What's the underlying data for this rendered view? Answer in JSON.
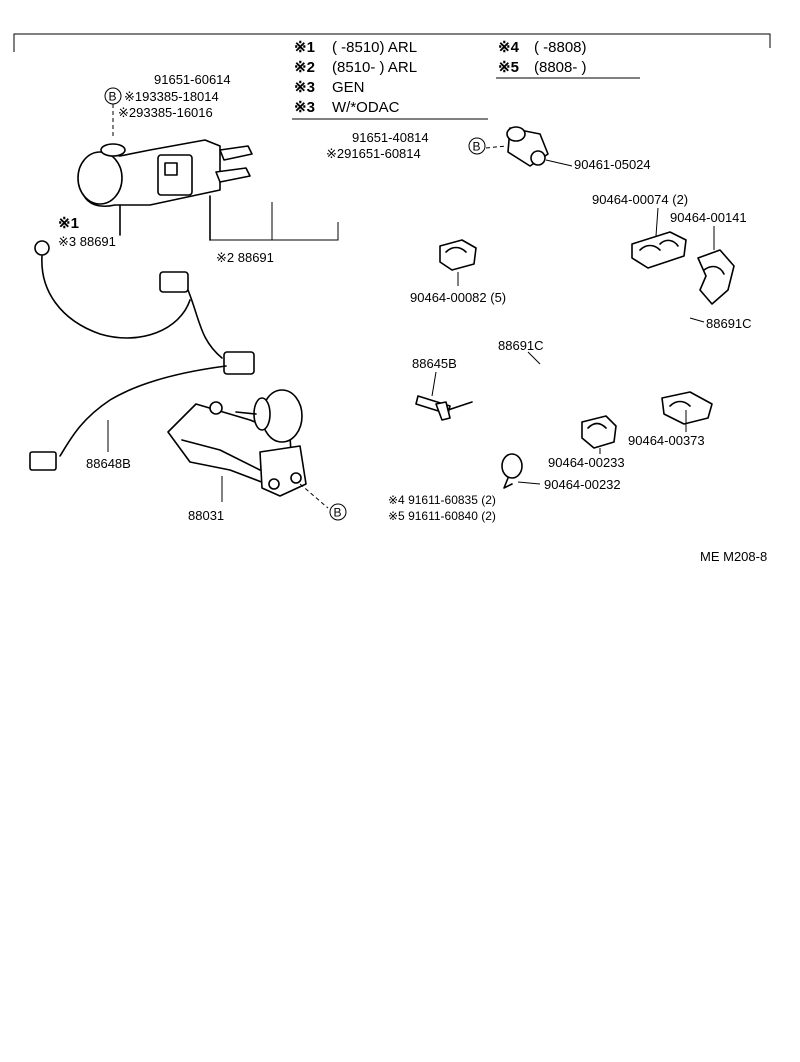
{
  "header": {
    "rows_left": [
      {
        "mark": "※1",
        "text": "(     -8510) ARL"
      },
      {
        "mark": "※2",
        "text": "(8510-     ) ARL"
      },
      {
        "mark": "※3",
        "text": "GEN"
      },
      {
        "mark": "※3",
        "text": "W/*ODAC"
      }
    ],
    "rows_right": [
      {
        "mark": "※4",
        "text": "(     -8808)"
      },
      {
        "mark": "※5",
        "text": "(8808-     )"
      }
    ]
  },
  "labels": {
    "p91651_60614": "91651-60614",
    "p93385_18014": "※193385-18014",
    "p93385_16016": "※293385-16016",
    "circle_b": "B",
    "mark_1": "※1",
    "mark_3_88691": "※3 88691",
    "mark_2_88691": "※2 88691",
    "p91651_40814": "91651-40814",
    "p91651_60814": "※291651-60814",
    "p90461_05024": "90461-05024",
    "p90464_00074": "90464-00074 (2)",
    "p90464_00141": "90464-00141",
    "p90464_00082": "90464-00082 (5)",
    "p88691c_right": "88691C",
    "p88691c_mid": "88691C",
    "p88645b": "88645B",
    "p88648b": "88648B",
    "p90464_00373": "90464-00373",
    "p90464_00233": "90464-00233",
    "p90464_00232": "90464-00232",
    "p88031": "88031",
    "p91611_60835": "※4 91611-60835 (2)",
    "p91611_60840": "※5 91611-60840 (2)",
    "figure_code": "ME  M208-8"
  }
}
